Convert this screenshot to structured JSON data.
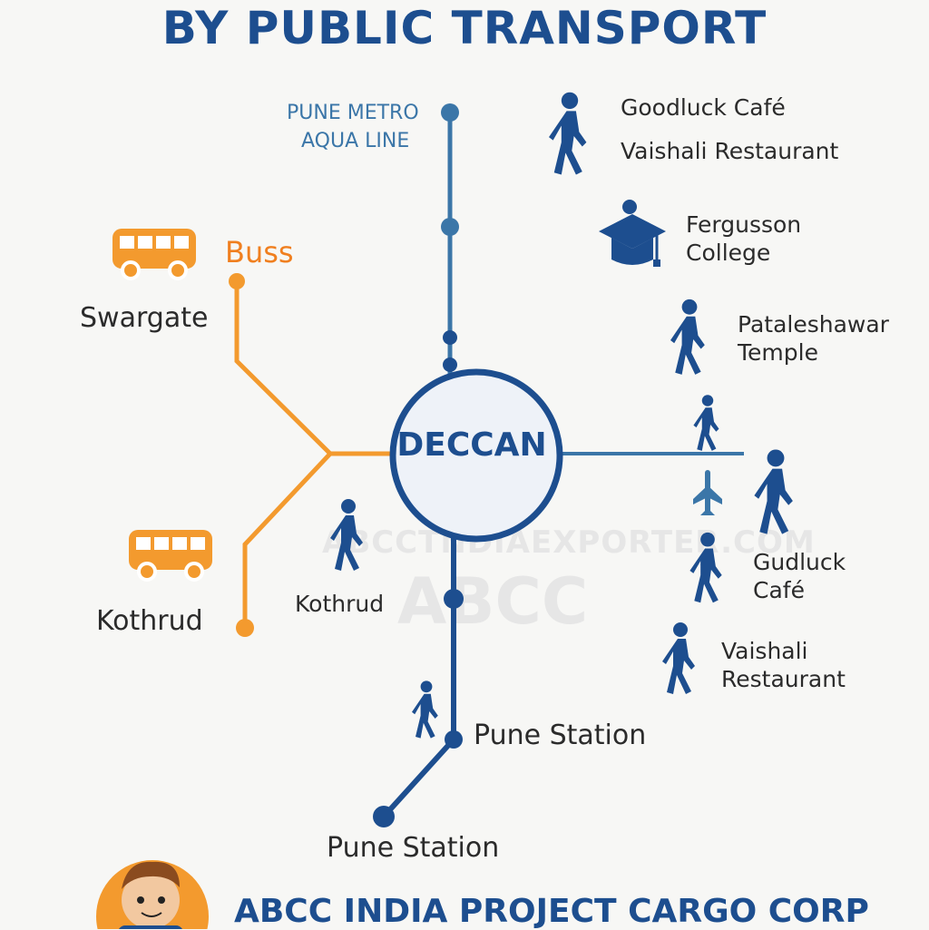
{
  "title": "BY PUBLIC TRANSPORT",
  "hub": "DECCAN",
  "metro_line": [
    "PUNE METRO",
    "AQUA LINE"
  ],
  "bus_label": "Buss",
  "bus_stops": [
    "Swargate",
    "Kothrud"
  ],
  "walk_places": {
    "top_1": "Goodluck Café",
    "top_2": "Vaishali Restaurant",
    "college": [
      "Fergusson",
      "College"
    ],
    "temple": [
      "Pataleshawar",
      "Temple"
    ],
    "gudluck": [
      "Gudluck",
      "Café"
    ],
    "vaishali": [
      "Vaishali",
      "Restaurant"
    ],
    "kothrud": "Kothrud"
  },
  "stations": [
    "Pune Station",
    "Pune Station"
  ],
  "watermark": {
    "url": "ABCCTNDIAEXPORTER.COM",
    "logo": "ABCC"
  },
  "footer": "ABCC INDIA PROJECT CARGO CORP",
  "colors": {
    "navy": "#1d4e8f",
    "metro_blue": "#3b76a8",
    "orange": "#f39a2e",
    "text": "#2b2b2b"
  },
  "icons": [
    "walking-person-icon",
    "bus-icon",
    "graduation-cap-icon",
    "airplane-icon",
    "mascot-icon"
  ]
}
